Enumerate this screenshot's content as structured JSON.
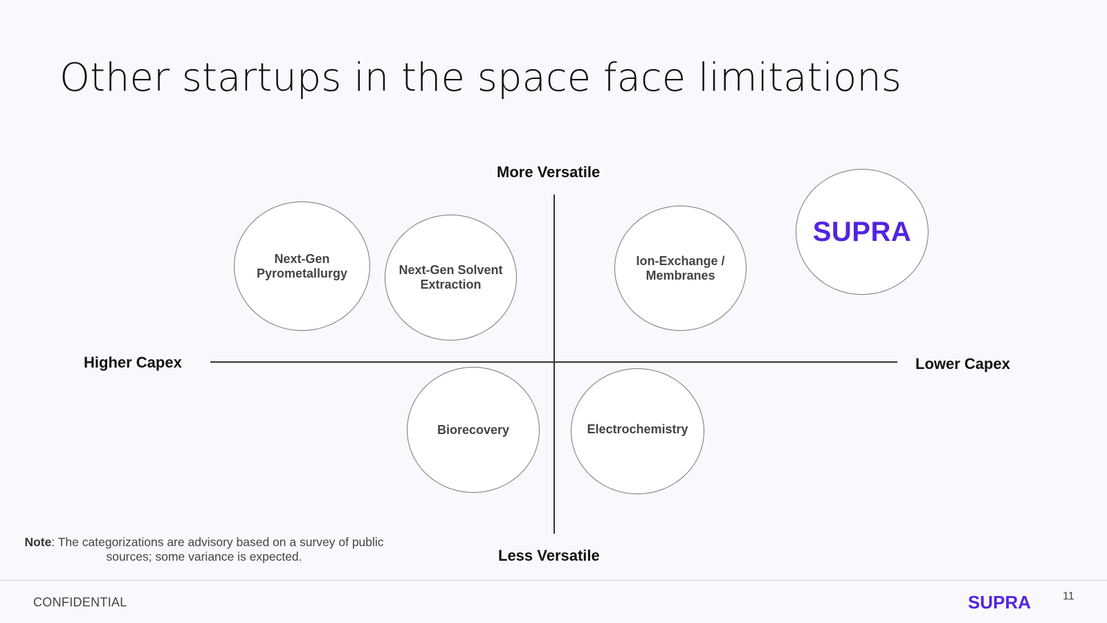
{
  "slide": {
    "title": "Other startups in the space face limitations",
    "page_number": "11",
    "confidential_label": "CONFIDENTIAL",
    "footer_logo": "SUPRA"
  },
  "axes": {
    "top": "More Versatile",
    "bottom": "Less Versatile",
    "left": "Higher Capex",
    "right": "Lower Capex"
  },
  "bubbles": [
    {
      "label_line1": "Next-Gen",
      "label_line2": "Pyrometallurgy"
    },
    {
      "label_line1": "Next-Gen Solvent",
      "label_line2": "Extraction"
    },
    {
      "label_line1": "Ion-Exchange /",
      "label_line2": "Membranes"
    },
    {
      "label": "SUPRA",
      "color": "#5324e0"
    },
    {
      "label": "Biorecovery"
    },
    {
      "label": "Electrochemistry"
    }
  ],
  "note": {
    "prefix": "Note",
    "text": ": The categorizations are advisory based on a survey of public sources; some variance is expected."
  },
  "colors": {
    "brand": "#5324e0",
    "background": "#f9f9fd"
  }
}
